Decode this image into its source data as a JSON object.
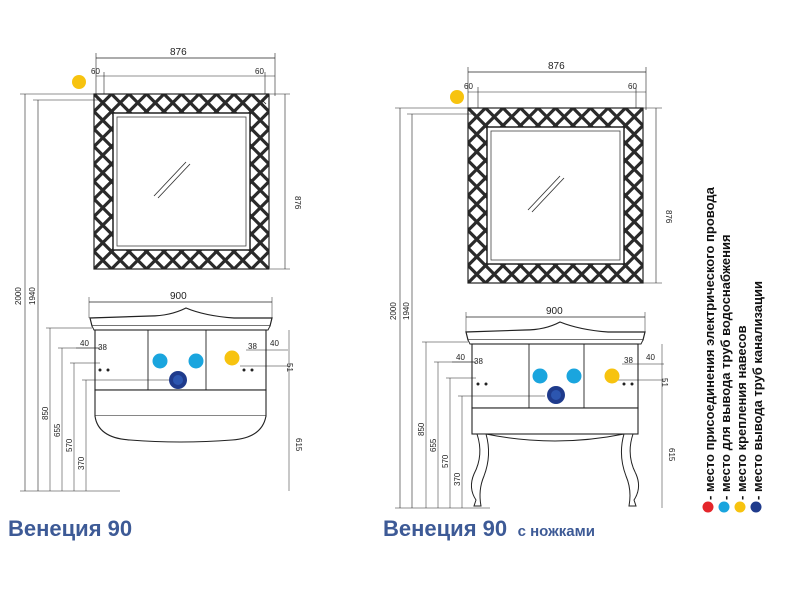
{
  "colors": {
    "red": "#e4262b",
    "cyan": "#1aa5de",
    "yellow": "#f7c30f",
    "navy": "#1f3b8c",
    "title": "#3d5a96"
  },
  "drawings": [
    {
      "title": "Венеция 90",
      "subtitle": "",
      "dims": {
        "mirror_width": "876",
        "mirror_left_offset": "60",
        "mirror_right_offset": "60",
        "mirror_height": "876",
        "total_height": "2000",
        "mirror_top": "1940",
        "vanity_width": "900",
        "d40_left": "40",
        "d38_left": "38",
        "d38_right": "38",
        "d40_right": "40",
        "d51": "51",
        "h850": "850",
        "h655": "655",
        "h570": "570",
        "h370": "370",
        "h615": "615"
      }
    },
    {
      "title": "Венеция 90",
      "subtitle": "с ножками",
      "dims": {
        "mirror_width": "876",
        "mirror_left_offset": "60",
        "mirror_right_offset": "60",
        "mirror_height": "876",
        "total_height": "2000",
        "mirror_top": "1940",
        "vanity_width": "900",
        "d40_left": "40",
        "d38_left": "38",
        "d38_right": "38",
        "d40_right": "40",
        "d51": "51",
        "h850": "850",
        "h655": "655",
        "h570": "570",
        "h370": "370",
        "h615": "615"
      }
    }
  ],
  "legend": [
    {
      "label": "- место присоединения электрического провода",
      "color_key": "red"
    },
    {
      "label": "- место для вывода труб водоснабжения",
      "color_key": "cyan"
    },
    {
      "label": "- место крепления навесов",
      "color_key": "yellow"
    },
    {
      "label": "- место вывода труб канализации",
      "color_key": "navy"
    }
  ]
}
